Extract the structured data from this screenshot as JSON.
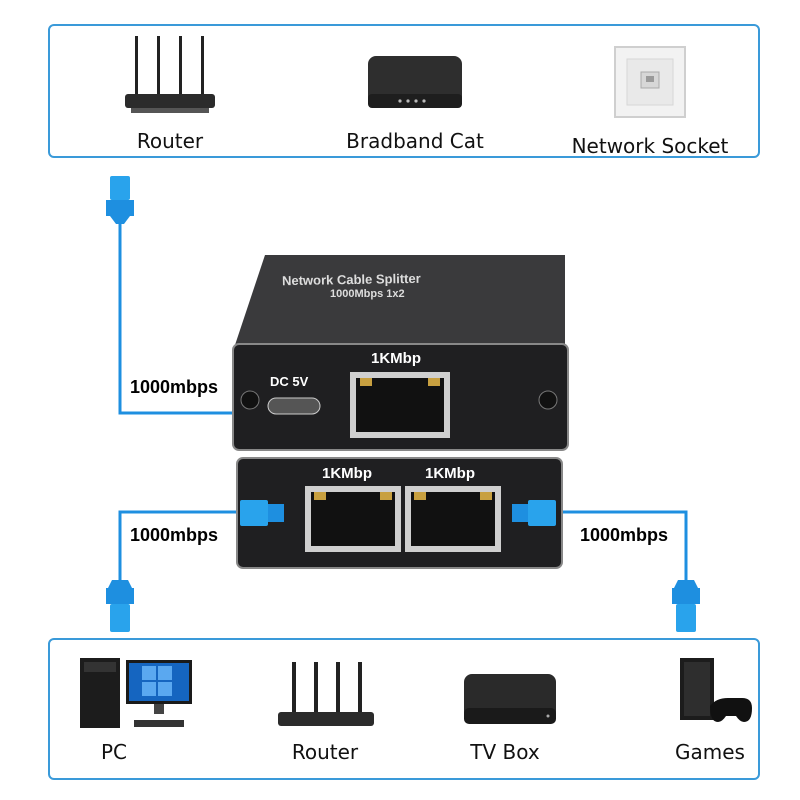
{
  "sources": [
    {
      "label": "Router",
      "icon": "router-icon"
    },
    {
      "label": "Bradband Cat",
      "icon": "broadband-cat-icon"
    },
    {
      "label": "Network Socket",
      "icon": "network-socket-icon"
    }
  ],
  "destinations": [
    {
      "label": "PC",
      "icon": "pc-icon"
    },
    {
      "label": "Router",
      "icon": "router-icon"
    },
    {
      "label": "TV Box",
      "icon": "tv-box-icon"
    },
    {
      "label": "Games",
      "icon": "game-console-icon"
    }
  ],
  "device": {
    "title": "Network Cable Splitter",
    "subtitle": "1000Mbps 1x2",
    "power_label": "DC 5V",
    "input_port_label": "1KMbp",
    "output_port_labels": [
      "1KMbp",
      "1KMbp"
    ]
  },
  "link_speed_labels": [
    "1000mbps",
    "1000mbps",
    "1000mbps"
  ],
  "colors": {
    "accent": "#3a9ad9",
    "cable": "#1e8fe0",
    "device": "#2a2a2c"
  }
}
